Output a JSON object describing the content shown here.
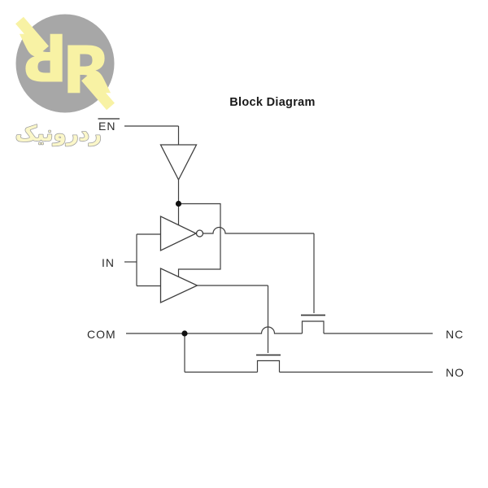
{
  "watermark": {
    "letter": "R",
    "brand_text": "ردرونیک",
    "colors": {
      "circle": "#a7a7a7",
      "letters": "#f8f2a4",
      "text_fill": "#fbf7c9",
      "text_outline": "#9f9f9f"
    }
  },
  "diagram": {
    "title": "Block Diagram",
    "line_color": "#3f3f3f",
    "junction_color": "#111111",
    "labels": {
      "enable": "EN",
      "input": "IN",
      "common": "COM",
      "normally_closed": "NC",
      "normally_open": "NO"
    }
  }
}
